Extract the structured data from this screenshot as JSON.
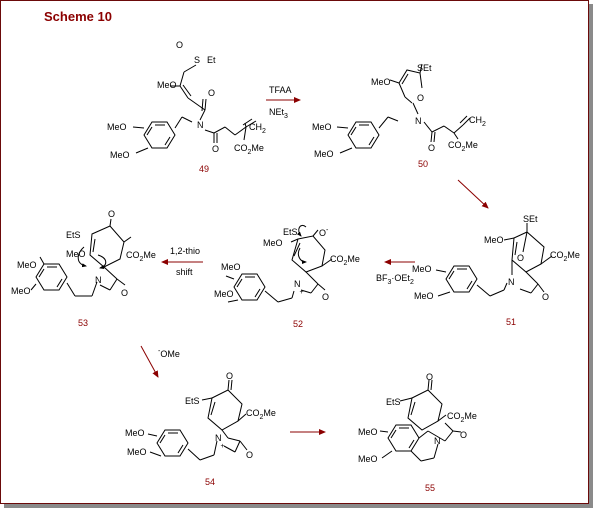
{
  "title": "Scheme 10",
  "compounds": {
    "c49": {
      "label": "49",
      "atoms": {
        "s_oxide": "O",
        "s": "S",
        "et": "Et",
        "meo_top": "MeO",
        "n": "N",
        "o_amide1": "O",
        "o_amide2": "O",
        "meo_ar1": "MeO",
        "meo_ar2": "MeO",
        "ch2": "CH",
        "ch2_sub": "2",
        "co2me": "CO",
        "co2me_sub": "2",
        "co2me_tail": "Me"
      }
    },
    "c50": {
      "label": "50",
      "atoms": {
        "set": "SEt",
        "meo": "MeO",
        "o_ring": "O",
        "n": "N",
        "o_amide": "O",
        "meo_ar1": "MeO",
        "meo_ar2": "MeO",
        "ch2": "CH",
        "ch2_sub": "2",
        "co2me": "CO",
        "co2me_sub": "2",
        "co2me_tail": "Me"
      }
    },
    "c51": {
      "label": "51",
      "atoms": {
        "set": "SEt",
        "meo": "MeO",
        "co2me": "CO",
        "co2me_sub": "2",
        "co2me_tail": "Me",
        "o_bridge": "O",
        "n": "N",
        "o_lactam": "O",
        "meo_ar1": "MeO",
        "meo_ar2": "MeO"
      }
    },
    "c52": {
      "label": "52",
      "atoms": {
        "ets": "EtS",
        "o_minus": "O",
        "minus": "-",
        "meo": "MeO",
        "co2me": "CO",
        "co2me_sub": "2",
        "co2me_tail": "Me",
        "n": "N",
        "plus": "+",
        "o_lactam": "O",
        "meo_ar1": "MeO",
        "meo_ar2": "MeO"
      }
    },
    "c53": {
      "label": "53",
      "atoms": {
        "ets": "EtS",
        "meo": "MeO",
        "o_ketone": "O",
        "co2me": "CO",
        "co2me_sub": "2",
        "co2me_tail": "Me",
        "n": "N",
        "o_lactam": "O",
        "meo_ar1": "MeO",
        "meo_ar2": "MeO"
      }
    },
    "c54": {
      "label": "54",
      "atoms": {
        "o_ketone": "O",
        "ets": "EtS",
        "co2me": "CO",
        "co2me_sub": "2",
        "co2me_tail": "Me",
        "n": "N",
        "plus": "+",
        "o_lactam": "O",
        "meo_ar1": "MeO",
        "meo_ar2": "MeO"
      }
    },
    "c55": {
      "label": "55",
      "atoms": {
        "o_ketone": "O",
        "ets": "EtS",
        "co2me": "CO",
        "co2me_sub": "2",
        "co2me_tail": "Me",
        "n": "N",
        "o_lactam": "O",
        "meo_ar1": "MeO",
        "meo_ar2": "MeO"
      }
    }
  },
  "reagents": {
    "r1_top": "TFAA",
    "r1_bottom": "NEt",
    "r1_bottom_sub": "3",
    "r3": "BF",
    "r3_sub": "3",
    "r3_tail": "·OEt",
    "r3_tail_sub": "2",
    "r4_top": "1,2-thio",
    "r4_bottom": "shift",
    "r5_minus": "-",
    "r5": "OMe"
  },
  "colors": {
    "accent": "#8b0000",
    "frame": "#6b0a0a",
    "shadow": "#8a8a8a",
    "ink": "#000000"
  }
}
